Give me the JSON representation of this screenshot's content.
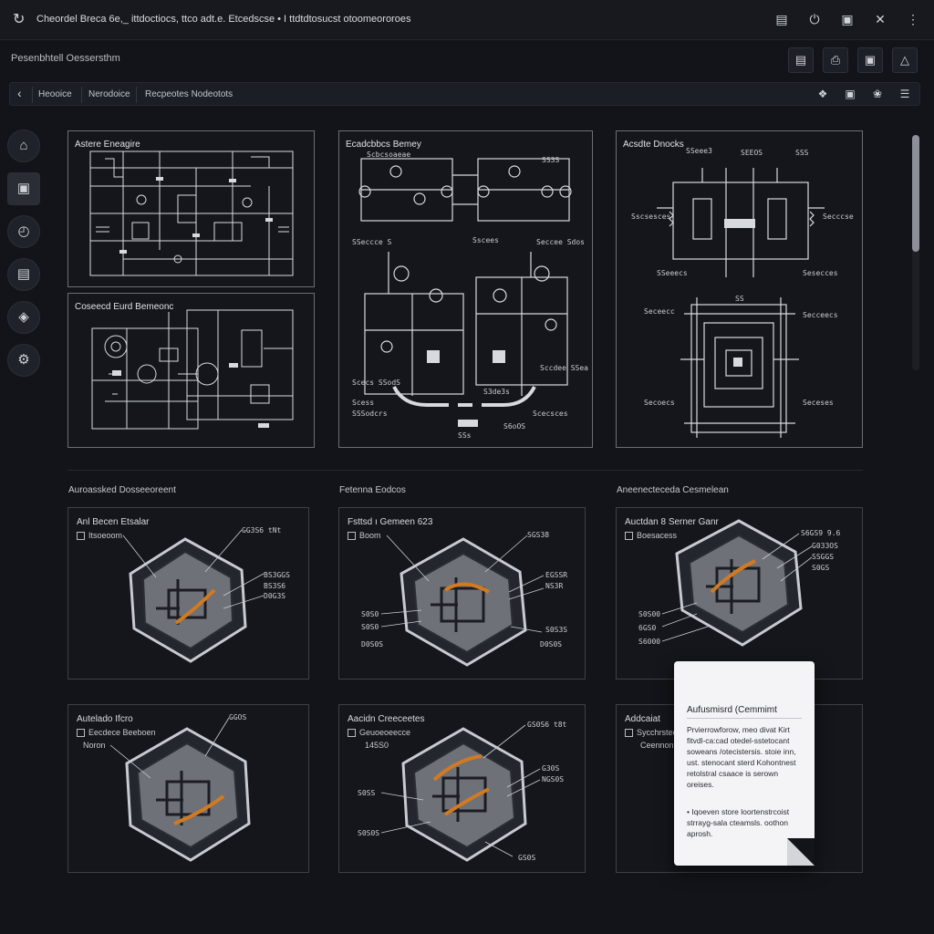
{
  "titlebar": {
    "title": "Cheordel Breca 6e,_ ittdoctiocs, ttco adt.e.  Etcedscse  •  I ttdtdtosucst otoomeororoes",
    "icons": [
      "refresh-icon",
      "document-icon",
      "power-icon",
      "lock-icon",
      "tools-icon",
      "more-vertical-icon"
    ]
  },
  "header": {
    "subtitle": "Pesenbhtell Oessersthm",
    "buttons": [
      "layers-icon",
      "print-icon",
      "image-icon",
      "flask-icon"
    ]
  },
  "breadcrumb": {
    "items": [
      "Heooice",
      "Nerodoice",
      "Recpeotes Nodeotots"
    ],
    "icons": [
      "share-icon",
      "puzzle-icon",
      "leaf-icon",
      "list-icon"
    ]
  },
  "sidebar": {
    "items": [
      {
        "icon": "package-icon",
        "glyph": "⌂"
      },
      {
        "icon": "board-icon",
        "glyph": "▣"
      },
      {
        "icon": "clock-icon",
        "glyph": "◴"
      },
      {
        "icon": "briefcase-icon",
        "glyph": "▤"
      },
      {
        "icon": "tag-icon",
        "glyph": "◈"
      },
      {
        "icon": "settings-icon",
        "glyph": "⚙"
      }
    ]
  },
  "schematics": {
    "panel1_title": "Astere Eneagire",
    "panel2_title": "Coseecd Eurd Bemeonc",
    "panel3_title": "Ecadcbbcs Bemey",
    "panel4_title": "Acsdte Dnocks",
    "panel3_labels": [
      "Scbcsoaeae",
      "SS3S",
      "SSeccce S",
      "Sscees",
      "Seccee Sdos",
      "Scecs SSodS",
      "Sccdee SSea",
      "Scess",
      "SSSodcrs",
      "Scecsces",
      "S6oOS",
      "SSs",
      "S3de3s"
    ],
    "panel4_labels": [
      "SSeee3",
      "SEEOS",
      "SSS",
      "Sscsesces",
      "Secccse",
      "SSeeecs",
      "Sesecces",
      "Seceecc",
      "SS",
      "Secceecs",
      "Secoecs",
      "Seceses"
    ]
  },
  "sections": {
    "label1": "Auroassked Dosseeoreent",
    "label2": "Fetenna Eodcos",
    "label3": "Aneenecteceda Cesmelean"
  },
  "cards": [
    {
      "title": "Anl Becen Etsalar",
      "sub": "Itsoeoom",
      "callouts": [
        "GG3S6 tNt",
        "BS3GGS",
        "BS3S6",
        "D0G3S"
      ]
    },
    {
      "title": "Fsttsd ı Gemeen 623",
      "sub": "Boom",
      "callouts": [
        "SGS38",
        "EGSSR",
        "NS3R",
        "S0S0",
        "S0S0",
        "S0S3S",
        "D0S0S",
        "D0S0S"
      ]
    },
    {
      "title": "Auctdan 8 Serner Ganr",
      "sub": "Boesacess",
      "callouts": [
        "S6GS9 9.6",
        "G033OS",
        "SSGGS",
        "S0GS",
        "S0S00",
        "6GS0",
        "S6000"
      ]
    },
    {
      "title": "Autelado Ifcro",
      "sub": "Eecdece Beeboen",
      "sub2": "Noron",
      "callouts": [
        "GGOS"
      ]
    },
    {
      "title": "Aacidn Creeceetes",
      "sub": "Geuoeoeecce",
      "sub2": "145S0",
      "callouts": [
        "GS0S6 t8t",
        "G30S",
        "NGS0S",
        "S0SS",
        "S0S0S",
        "GS0S"
      ]
    },
    {
      "title": "Addcaiat",
      "sub": "Sycchrsteeu",
      "sub2": "Ceennon",
      "callouts": []
    }
  ],
  "note": {
    "title": "Aufusmisrd (Cemmimt",
    "body": "Prvierrowforow, meo divat Kirt fitvdl-ca:cad otedel-sstetocant soweans /otecistersis. stoie inn, ust. stenocant sterd Kohontnest retolstral csaace is serown oreises.",
    "bullet": "• Iqoeven store loortenstrcoist strrayg-sala cteamsls. oothon aprosh."
  },
  "colors": {
    "background": "#121419",
    "panel_stroke": "#6b6e75",
    "accent_orange": "#d17a22",
    "note_paper": "#f4f4f6"
  }
}
